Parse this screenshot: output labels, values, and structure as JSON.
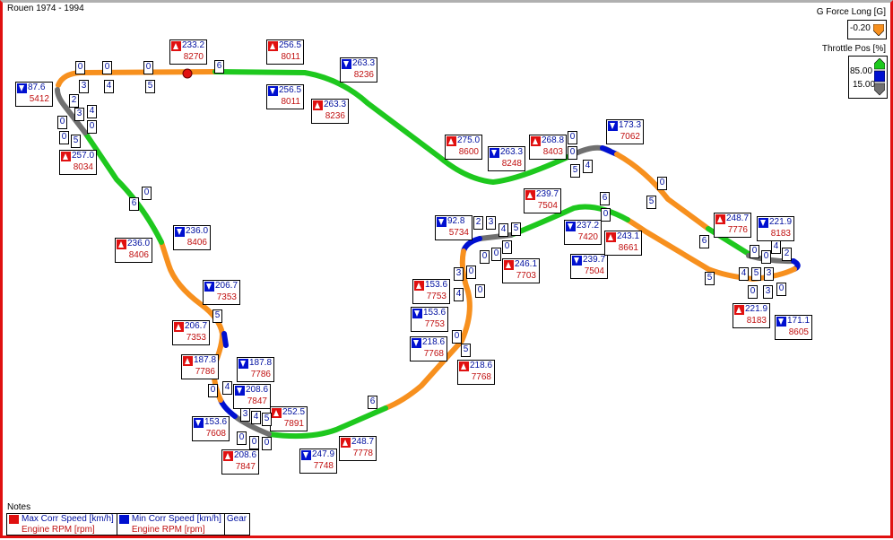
{
  "title": "Rouen 1974 - 1994",
  "legend": {
    "gforce_title": "G Force Long [G]",
    "gforce_value": "-0.20",
    "throttle_title": "Throttle Pos [%]",
    "throttle_high": "85.00",
    "throttle_low": "15.00",
    "colors": {
      "gforce": "#f7901e",
      "high": "#1ec81e",
      "mid": "#0010d0",
      "low": "#707070"
    }
  },
  "notes": {
    "title": "Notes",
    "max_label": "Max Corr Speed [km/h]",
    "min_label": "Min Corr Speed [km/h]",
    "rpm_label": "Engine RPM [rpm]",
    "gear_label": "Gear"
  },
  "annotations": [
    {
      "type": "min",
      "speed": "87.6",
      "rpm": "5412"
    },
    {
      "type": "max",
      "speed": "233.2",
      "rpm": "8270"
    },
    {
      "type": "max",
      "speed": "257.0",
      "rpm": "8034"
    },
    {
      "type": "max",
      "speed": "256.5",
      "rpm": "8011"
    },
    {
      "type": "min",
      "speed": "256.5",
      "rpm": "8011"
    },
    {
      "type": "min",
      "speed": "263.3",
      "rpm": "8236"
    },
    {
      "type": "max",
      "speed": "263.3",
      "rpm": "8236"
    },
    {
      "type": "max",
      "speed": "275.0",
      "rpm": "8600"
    },
    {
      "type": "min",
      "speed": "263.3",
      "rpm": "8248"
    },
    {
      "type": "max",
      "speed": "268.8",
      "rpm": "8403"
    },
    {
      "type": "min",
      "speed": "173.3",
      "rpm": "7062"
    },
    {
      "type": "max",
      "speed": "236.0",
      "rpm": "8406"
    },
    {
      "type": "min",
      "speed": "236.0",
      "rpm": "8406"
    },
    {
      "type": "min",
      "speed": "206.7",
      "rpm": "7353"
    },
    {
      "type": "max",
      "speed": "206.7",
      "rpm": "7353"
    },
    {
      "type": "max",
      "speed": "187.8",
      "rpm": "7786"
    },
    {
      "type": "min",
      "speed": "187.8",
      "rpm": "7786"
    },
    {
      "type": "min",
      "speed": "208.6",
      "rpm": "7847"
    },
    {
      "type": "max",
      "speed": "208.6",
      "rpm": "7847"
    },
    {
      "type": "min",
      "speed": "153.6",
      "rpm": "7608"
    },
    {
      "type": "max",
      "speed": "252.5",
      "rpm": "7891"
    },
    {
      "type": "min",
      "speed": "247.9",
      "rpm": "7748"
    },
    {
      "type": "max",
      "speed": "248.7",
      "rpm": "7778"
    },
    {
      "type": "min",
      "speed": "92.8",
      "rpm": "5734"
    },
    {
      "type": "max",
      "speed": "246.1",
      "rpm": "7703"
    },
    {
      "type": "max",
      "speed": "239.7",
      "rpm": "7504"
    },
    {
      "type": "min",
      "speed": "237.2",
      "rpm": "7420"
    },
    {
      "type": "min",
      "speed": "239.7",
      "rpm": "7504"
    },
    {
      "type": "max",
      "speed": "243.1",
      "rpm": "8661"
    },
    {
      "type": "max",
      "speed": "248.7",
      "rpm": "7776"
    },
    {
      "type": "min",
      "speed": "221.9",
      "rpm": "8183"
    },
    {
      "type": "max",
      "speed": "221.9",
      "rpm": "8183"
    },
    {
      "type": "min",
      "speed": "171.1",
      "rpm": "8605"
    },
    {
      "type": "max",
      "speed": "153.6",
      "rpm": "7753"
    },
    {
      "type": "min",
      "speed": "153.6",
      "rpm": "7753"
    },
    {
      "type": "min",
      "speed": "218.6",
      "rpm": "7768"
    },
    {
      "type": "max",
      "speed": "218.6",
      "rpm": "7768"
    }
  ],
  "gears": [
    "0",
    "3",
    "0",
    "4",
    "0",
    "5",
    "6",
    "2",
    "3",
    "4",
    "0",
    "0",
    "5",
    "0",
    "0",
    "6",
    "5",
    "0",
    "4",
    "3",
    "4",
    "5",
    "0",
    "0",
    "0",
    "6",
    "3",
    "4",
    "0",
    "0",
    "5",
    "2",
    "3",
    "4",
    "5",
    "0",
    "0",
    "0",
    "0",
    "0",
    "0",
    "5",
    "4",
    "6",
    "0",
    "0",
    "5",
    "6",
    "5",
    "0",
    "0",
    "4",
    "2",
    "4",
    "5",
    "3",
    "0",
    "3",
    "0"
  ]
}
